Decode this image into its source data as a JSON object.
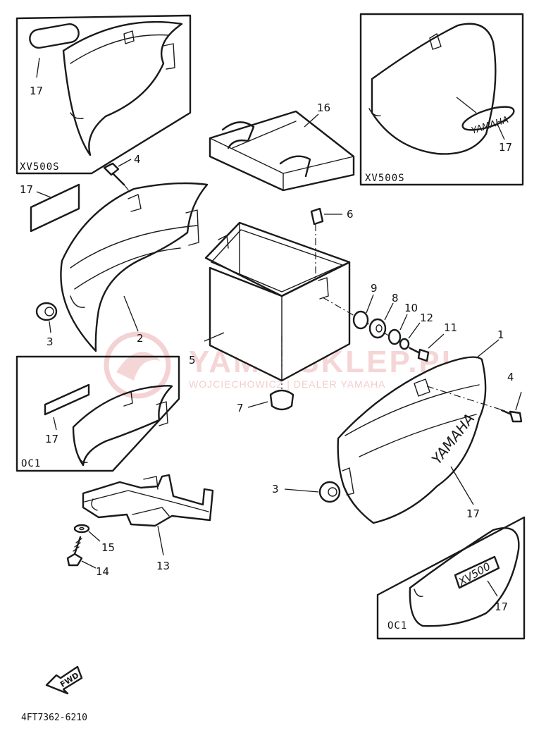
{
  "boxes": {
    "top_left": {
      "label": "XV500S"
    },
    "top_right": {
      "label": "XV500S"
    },
    "mid_left": {
      "label": "OC1"
    },
    "bottom_right": {
      "label": "OC1"
    }
  },
  "callouts": {
    "c1": "1",
    "c2": "2",
    "c3a": "3",
    "c3b": "3",
    "c4a": "4",
    "c4b": "4",
    "c5": "5",
    "c6": "6",
    "c7": "7",
    "c8": "8",
    "c9": "9",
    "c10": "10",
    "c11": "11",
    "c12": "12",
    "c13": "13",
    "c14": "14",
    "c15": "15",
    "c16": "16",
    "c17_tl": "17",
    "c17_tr": "17",
    "c17_left": "17",
    "c17_ml": "17",
    "c17_cover": "17",
    "c17_br": "17"
  },
  "emblems": {
    "yamaha_small": "YAMAHA",
    "yamaha_large": "YAMAHA",
    "xv500": "XV500"
  },
  "watermark": {
    "main": "YAMA-SKLEP.PL",
    "sub": "WOJCIECHOWICZ | DEALER YAMAHA"
  },
  "fwd_label": "FWD",
  "diagram_code": "4FT7362-6210",
  "colors": {
    "line": "#1a1a1a",
    "watermark": "#e9a4a6"
  }
}
